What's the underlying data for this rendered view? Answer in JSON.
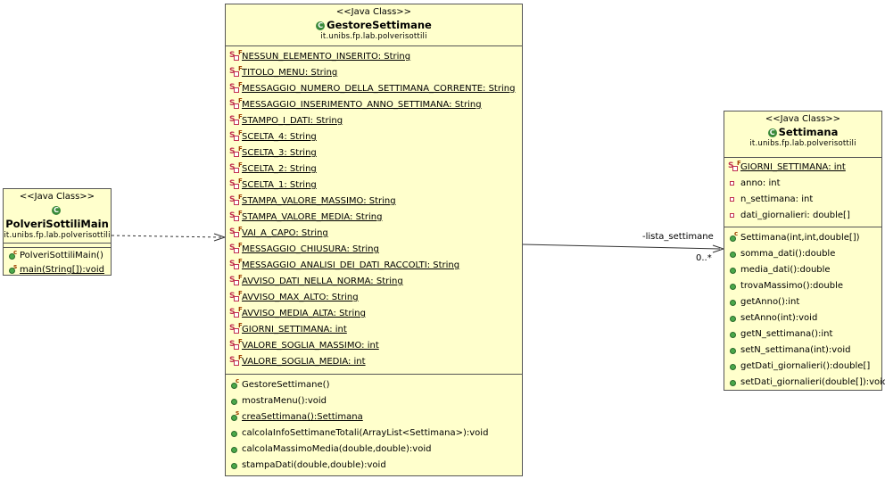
{
  "classes": {
    "main": {
      "stereotype": "<<Java Class>>",
      "name": "PolveriSottiliMain",
      "package": "it.unibs.fp.lab.polverisottili",
      "fields": [],
      "methods": [
        {
          "text": "PolveriSottiliMain()",
          "kind": "constructor"
        },
        {
          "text": "main(String[]):void",
          "kind": "static-method"
        }
      ]
    },
    "gestore": {
      "stereotype": "<<Java Class>>",
      "name": "GestoreSettimane",
      "package": "it.unibs.fp.lab.polverisottili",
      "fields": [
        {
          "text": "NESSUN_ELEMENTO_INSERITO: String"
        },
        {
          "text": "TITOLO_MENU: String"
        },
        {
          "text": "MESSAGGIO_NUMERO_DELLA_SETTIMANA_CORRENTE: String"
        },
        {
          "text": "MESSAGGIO_INSERIMENTO_ANNO_SETTIMANA: String"
        },
        {
          "text": "STAMPO_I_DATI: String"
        },
        {
          "text": "SCELTA_4: String"
        },
        {
          "text": "SCELTA_3: String"
        },
        {
          "text": "SCELTA_2: String"
        },
        {
          "text": "SCELTA_1: String"
        },
        {
          "text": "STAMPA_VALORE_MASSIMO: String"
        },
        {
          "text": "STAMPA_VALORE_MEDIA: String"
        },
        {
          "text": "VAI_A_CAPO: String"
        },
        {
          "text": "MESSAGGIO_CHIUSURA: String"
        },
        {
          "text": "MESSAGGIO_ANALISI_DEI_DATI_RACCOLTI: String"
        },
        {
          "text": "AVVISO_DATI_NELLA_NORMA: String"
        },
        {
          "text": "AVVISO_MAX_ALTO: String"
        },
        {
          "text": "AVVISO_MEDIA_ALTA: String"
        },
        {
          "text": "GIORNI_SETTIMANA: int"
        },
        {
          "text": "VALORE_SOGLIA_MASSIMO: int"
        },
        {
          "text": "VALORE_SOGLIA_MEDIA: int"
        }
      ],
      "methods": [
        {
          "text": "GestoreSettimane()",
          "kind": "constructor"
        },
        {
          "text": "mostraMenu():void",
          "kind": "method"
        },
        {
          "text": "creaSettimana():Settimana",
          "kind": "static-method"
        },
        {
          "text": "calcolaInfoSettimaneTotali(ArrayList<Settimana>):void",
          "kind": "method"
        },
        {
          "text": "calcolaMassimoMedia(double,double):void",
          "kind": "method"
        },
        {
          "text": "stampaDati(double,double):void",
          "kind": "method"
        }
      ]
    },
    "settimana": {
      "stereotype": "<<Java Class>>",
      "name": "Settimana",
      "package": "it.unibs.fp.lab.polverisottili",
      "fields": [
        {
          "text": "GIORNI_SETTIMANA: int",
          "kind": "static-final"
        },
        {
          "text": "anno: int",
          "kind": "private"
        },
        {
          "text": "n_settimana: int",
          "kind": "private"
        },
        {
          "text": "dati_giornalieri: double[]",
          "kind": "private"
        }
      ],
      "methods": [
        {
          "text": "Settimana(int,int,double[])",
          "kind": "constructor"
        },
        {
          "text": "somma_dati():double",
          "kind": "method"
        },
        {
          "text": "media_dati():double",
          "kind": "method"
        },
        {
          "text": "trovaMassimo():double",
          "kind": "method"
        },
        {
          "text": "getAnno():int",
          "kind": "method"
        },
        {
          "text": "setAnno(int):void",
          "kind": "method"
        },
        {
          "text": "getN_settimana():int",
          "kind": "method"
        },
        {
          "text": "setN_settimana(int):void",
          "kind": "method"
        },
        {
          "text": "getDati_giornalieri():double[]",
          "kind": "method"
        },
        {
          "text": "setDati_giornalieri(double[]):void",
          "kind": "method"
        }
      ]
    }
  },
  "associations": {
    "role_name": "-lista_settimane",
    "multiplicity": "0..*"
  },
  "colors": {
    "class_fill": "#ffffcc",
    "border": "#555555",
    "method_icon": "#4aa84a",
    "private_icon": "#c03050"
  }
}
